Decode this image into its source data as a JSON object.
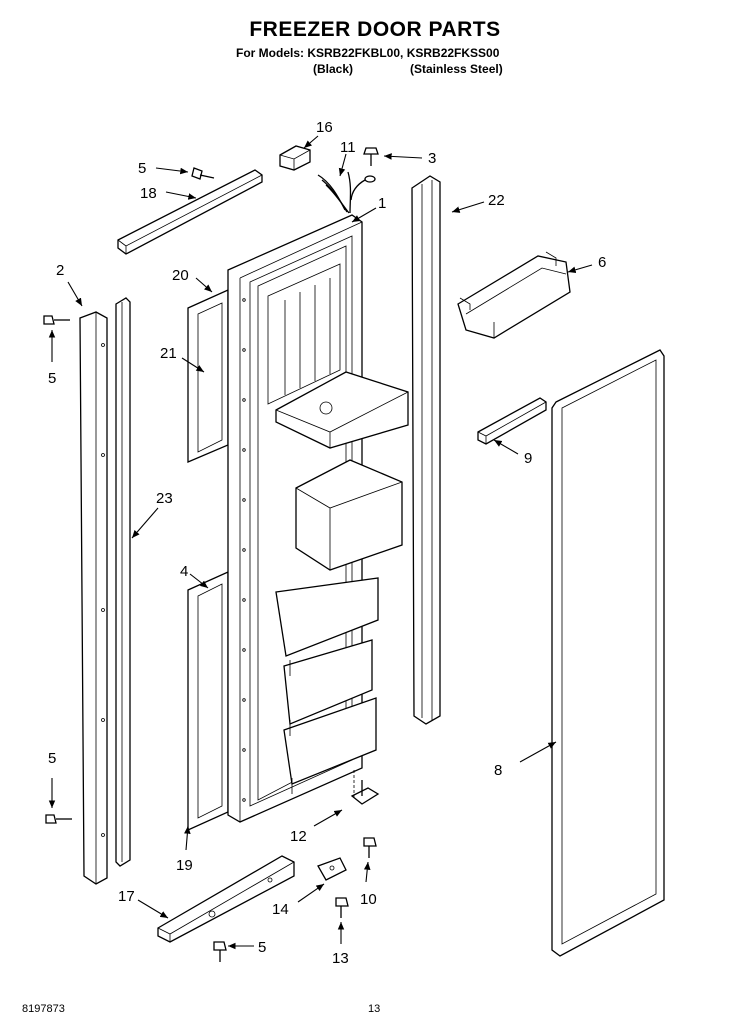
{
  "header": {
    "title": "FREEZER DOOR PARTS",
    "models": "For Models: KSRB22FKBL00, KSRB22FKSS00",
    "variant_black": "(Black)",
    "variant_stainless": "(Stainless Steel)"
  },
  "callouts": {
    "c16": "16",
    "c11": "11",
    "c3": "3",
    "c5a": "5",
    "c18": "18",
    "c1": "1",
    "c22": "22",
    "c2": "2",
    "c20": "20",
    "c6": "6",
    "c5b": "5",
    "c21": "21",
    "c9": "9",
    "c23": "23",
    "c4": "4",
    "c8": "8",
    "c5c": "5",
    "c12": "12",
    "c19": "19",
    "c10": "10",
    "c17": "17",
    "c14": "14",
    "c5d": "5",
    "c13": "13"
  },
  "footer": {
    "doc_number": "8197873",
    "page_number": "13"
  }
}
